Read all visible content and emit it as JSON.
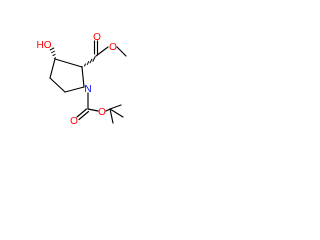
{
  "molecule": {
    "atom_labels": {
      "hydroxyl": "HO",
      "ring_nitrogen": "N",
      "carbonyl_oxygen_ester": "O",
      "ether_oxygen_ester": "O",
      "carbonyl_oxygen_boc": "O",
      "ether_oxygen_boc": "O"
    },
    "colors": {
      "oxygen": "#ff0000",
      "nitrogen": "#0000ff",
      "bond": "#000000",
      "background": "#ffffff"
    }
  }
}
